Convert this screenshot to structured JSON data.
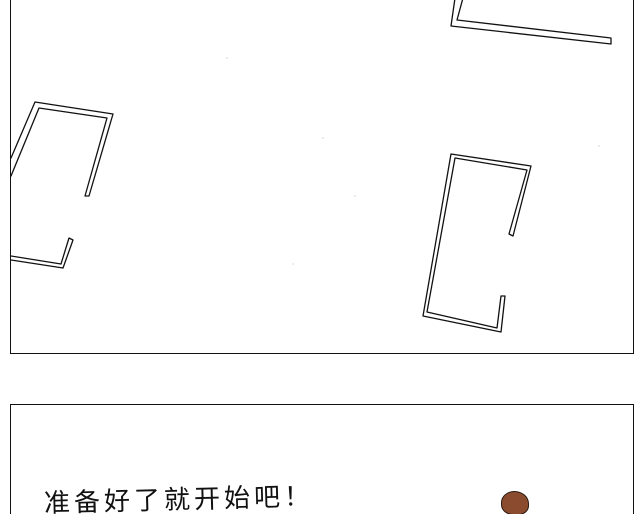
{
  "panels": [
    {
      "name": "top-panel",
      "shapes": [
        "rectangle-outline",
        "rectangle-outline",
        "rectangle-outline"
      ],
      "content": ""
    },
    {
      "name": "bottom-panel",
      "caption": "准备好了就开始吧！",
      "character": {
        "hair_color": "#8a4b2f"
      }
    }
  ],
  "colors": {
    "ink": "#111111",
    "paper": "#ffffff",
    "hair": "#8a4b2f"
  }
}
